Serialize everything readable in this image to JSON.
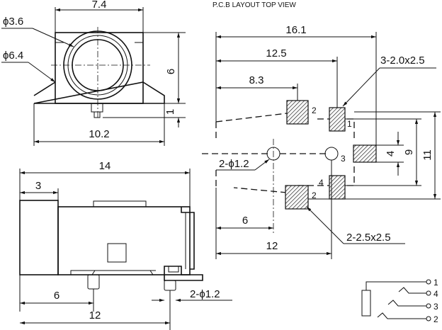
{
  "header": {
    "title": "P.C.B LAYOUT TOP VIEW"
  },
  "front_view": {
    "width_top": "7.4",
    "hole_inner": "ϕ3.6",
    "hole_outer": "ϕ6.4",
    "height": "6",
    "pin_height": "1",
    "width_base": "10.2"
  },
  "side_view": {
    "length": "14",
    "front_part": "3",
    "pin_pos": "6",
    "pin_dia": "2-ϕ1.2",
    "pin_span": "12"
  },
  "pcb_layout": {
    "total_width": "16.1",
    "width_mid": "12.5",
    "width_near": "8.3",
    "pad_size_a": "3-2.0x2.5",
    "pad_size_b": "2-2.5x2.5",
    "hole_dia": "2-ϕ1.2",
    "hole_spacing": "6",
    "span": "12",
    "v_4": "4",
    "v_9": "9",
    "v_11": "11",
    "pad_numbers": [
      "2",
      "1",
      "3",
      "4",
      "2"
    ]
  },
  "schematic": {
    "pins": [
      "1",
      "4",
      "3",
      "2"
    ]
  }
}
